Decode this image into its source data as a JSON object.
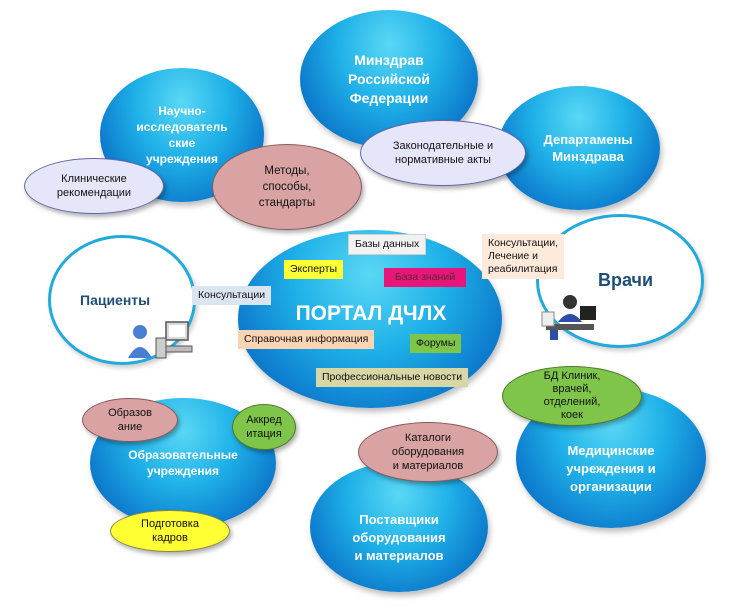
{
  "center": {
    "title": "ПОРТАЛ ДЧЛХ"
  },
  "nodes": {
    "minzdrav": "Минздрав\nРоссийской\nФедерации",
    "research": "Научно-\nисследователь\nские\nучреждения",
    "departments": "Департамены\nМинздрава",
    "patients": "Пациенты",
    "doctors": "Врачи",
    "education": "Образовательные\nучреждения",
    "suppliers": "Поставщики\nоборудования\nи материалов",
    "medical": "Медицинские\nучреждения и\nорганизации"
  },
  "ovals": {
    "clinical": "Клинические\nрекомендации",
    "methods": "Методы,\nспособы,\nстандарты",
    "legislative": "Законодательные и\nнормативные акты",
    "education_oval": "Образов\nание",
    "accreditation": "Аккред\nитация",
    "training": "Подготовка\nкадров",
    "catalogs": "Каталоги\nоборудования\nи материалов",
    "db_clinics": "БД Клиник,\nврачей,\nотделений,\nкоек"
  },
  "labels": {
    "databases": "Базы данных",
    "experts": "Эксперты",
    "knowledge_base": "База знаний",
    "consultations": "Консультации",
    "reference": "Справочная информация",
    "forums": "Форумы",
    "news": "Профессиональные новости",
    "doctor_services": "Консультации,\nЛечение и\nреабилитация"
  }
}
